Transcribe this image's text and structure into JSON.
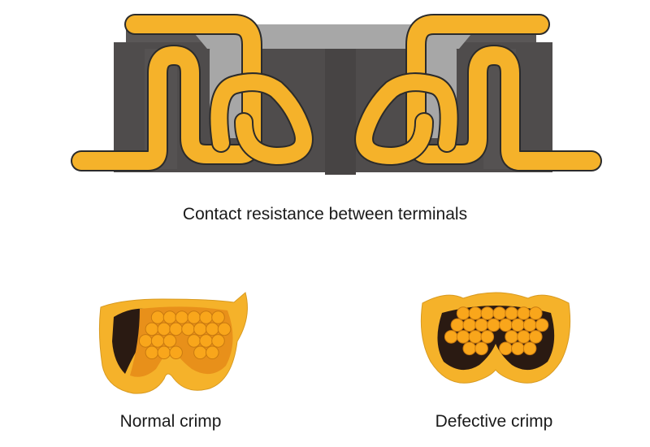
{
  "captions": {
    "contact": "Contact resistance between terminals",
    "normal": "Normal crimp",
    "defective": "Defective crimp"
  },
  "colors": {
    "terminal": "#F5B22A",
    "outline": "#2b2b2b",
    "housing_dark": "#4f4c4c",
    "housing_light": "#a7a7a7",
    "strand": "#F9A61B",
    "void": "#2a1a12"
  }
}
